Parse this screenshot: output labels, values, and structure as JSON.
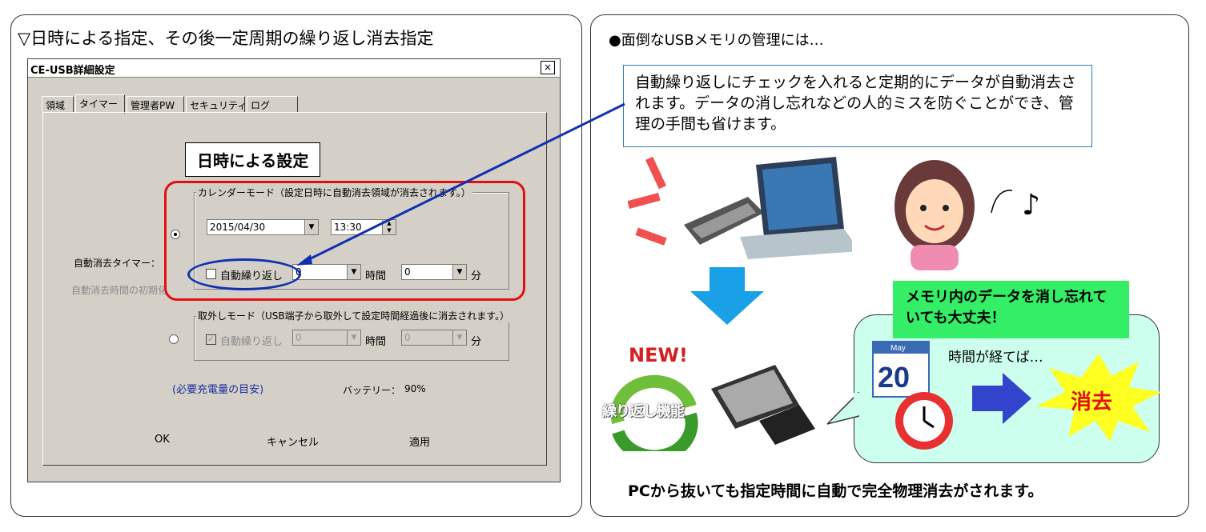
{
  "left": {
    "title": "▽日時による指定、その後一定周期の繰り返し消去指定",
    "dialog": {
      "title": "CE-USB詳細設定",
      "close_glyph": "×",
      "tabs": [
        "領域",
        "タイマー",
        "管理者PW",
        "セキュリティ",
        "ログ"
      ],
      "callout": "日時による設定",
      "timer_label": "自動消去タイマー：",
      "init_time_label": "自動消去時間の初期化",
      "calendar_group": {
        "label": "カレンダーモード（設定日時に自動消去領域が消去されます。）",
        "date": "2015/04/30",
        "time": "13:30",
        "repeat_label": "自動繰り返し",
        "hours_value": "0",
        "hours_unit": "時間",
        "minutes_value": "0",
        "minutes_unit": "分"
      },
      "removal_group": {
        "label": "取外しモード（USB端子から取外して設定時間経過後に消去されます。）",
        "repeat_label": "自動繰り返し",
        "hours_value": "0",
        "hours_unit": "時間",
        "minutes_value": "0",
        "minutes_unit": "分"
      },
      "charge_label": "(必要充電量の目安)",
      "battery_label": "バッテリー：",
      "battery_value": "90%",
      "buttons": {
        "ok": "OK",
        "cancel": "キャンセル",
        "apply": "適用"
      }
    }
  },
  "right": {
    "title": "●面倒なUSBメモリの管理には…",
    "info": "自動繰り返しにチェックを入れると定期的にデータが自動消去されます。データの消し忘れなどの人的ミスを防ぐことができ、管理の手間も省けます。",
    "new_label": "NEW!",
    "repeat_feature": "繰り返し機能",
    "banner": "メモリ内のデータを消し忘れていても大丈夫！",
    "time_text": "時間が経てば…",
    "calendar_month": "May",
    "calendar_day": "20",
    "erase_label": "消去",
    "note": "♪",
    "bottom": "PCから抜いても指定時間に自動で完全物理消去がされます。"
  },
  "colors": {
    "accent_red": "#e01010",
    "arrow_blue": "#1aa0e6",
    "bubble_bg": "#ccffee",
    "banner_green": "#33ee66",
    "info_border": "#2b7bb9"
  }
}
